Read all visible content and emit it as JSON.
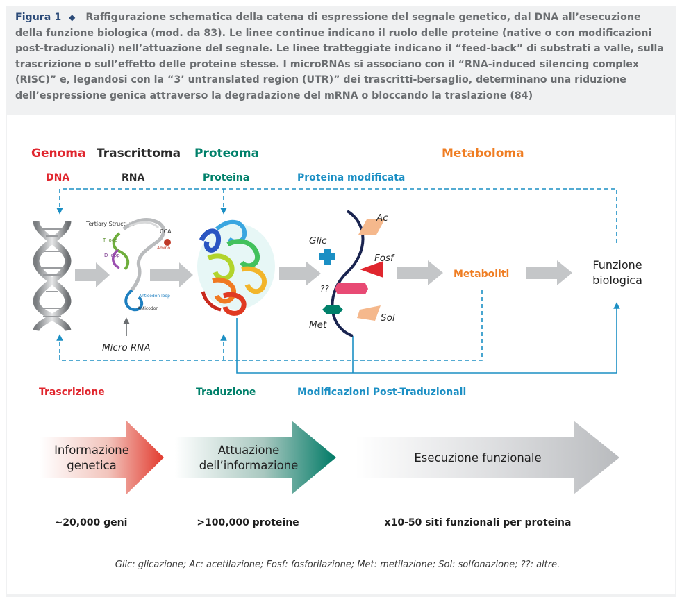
{
  "caption": {
    "figure_label": "Figura 1",
    "text": "Raffigurazione schematica della catena di espressione del segnale genetico, dal DNA all’esecuzione della funzione biologica (mod. da 83). Le linee continue indicano il ruolo delle proteine (native o con modificazioni post-traduzionali) nell’attuazione del segnale. Le linee tratteggiate indicano il “feed-back” di substrati a valle, sulla trascrizione o sull’effetto delle proteine stesse. I microRNAs si associano con il “RNA-induced silencing complex (RISC)” e, legandosi con la “3’ untranslated region (UTR)” dei trascritti-bersaglio, determinano una riduzione dell’espressione genica attraverso la degradazione del mRNA o bloccando la traslazione (84)"
  },
  "colors": {
    "genoma": "#e0262e",
    "proteoma": "#00806a",
    "modifiche": "#1b8fc4",
    "metaboloma": "#ef7d22",
    "gray_arrow": "#c4c6c8",
    "text_dark": "#2a2a2a"
  },
  "levels": {
    "genoma": "Genoma",
    "trascrittoma": "Trascrittoma",
    "proteoma": "Proteoma",
    "metaboloma": "Metaboloma"
  },
  "molecules": {
    "dna": "DNA",
    "rna": "RNA",
    "proteina": "Proteina",
    "proteina_modificata": "Proteina modificata"
  },
  "rna_image": {
    "tertiary": "Tertiary Structure",
    "tloop": "T loop",
    "dloop": "D loop",
    "cca": "CCA",
    "amino": "Amino",
    "anticodon_loop": "Anticodon loop",
    "anticodon": "Anticodon",
    "micro_rna": "Micro RNA"
  },
  "modifications": {
    "glic": "Glic",
    "ac": "Ac",
    "fosf": "Fosf",
    "unknown": "??",
    "met": "Met",
    "sol": "Sol"
  },
  "nodes": {
    "metaboliti": "Metaboliti",
    "funzione_line1": "Funzione",
    "funzione_line2": "biologica"
  },
  "processes": {
    "trascrizione": "Trascrizione",
    "traduzione": "Traduzione",
    "ptm": "Modificazioni Post-Traduzionali"
  },
  "big_arrows": {
    "info_line1": "Informazione",
    "info_line2": "genetica",
    "attuazione_line1": "Attuazione",
    "attuazione_line2": "dell’informazione",
    "esecuzione": "Esecuzione funzionale"
  },
  "counts": {
    "geni": "∼20,000 geni",
    "proteine": ">100,000 proteine",
    "siti": "x10-50 siti funzionali per proteina"
  },
  "legend": "Glic: glicazione;  Ac: acetilazione;  Fosf: fosforilazione;  Met: metilazione;  Sol: solfonazione;  ??: altre."
}
